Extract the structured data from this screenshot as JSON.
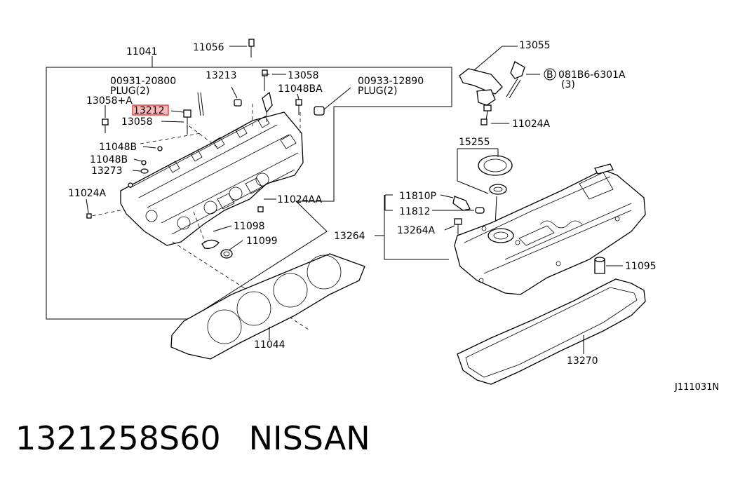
{
  "labels": {
    "l11056": "11056",
    "l11041": "11041",
    "l13055": "13055",
    "l00931": "00931-20800",
    "plug1": "PLUG(2)",
    "l13213": "13213",
    "l13058a": "13058",
    "l00933": "00933-12890",
    "plug2": "PLUG(2)",
    "l081b6": "081B6-6301A",
    "l081b6_qty": "(3)",
    "l081b6_mark": "B",
    "l13058pa": "13058+A",
    "l11048ba": "11048BA",
    "l13212": "13212",
    "l13058b": "13058",
    "l11024a_top": "11024A",
    "l11048b_1": "11048B",
    "l11048b_2": "11048B",
    "l13273": "13273",
    "l15255": "15255",
    "l11024a_left": "11024A",
    "l11810p": "11810P",
    "l11812": "11812",
    "l11024aa": "11024AA",
    "l13264": "13264",
    "l13264a": "13264A",
    "l11098": "11098",
    "l11099": "11099",
    "l11095": "11095",
    "l11044": "11044",
    "l13270": "13270",
    "drawing_code": "J111031N"
  },
  "caption": {
    "part_number": "1321258S60",
    "brand": "NISSAN"
  },
  "colors": {
    "highlight_fill": "#f6b8b8",
    "highlight_stroke": "#e02020"
  }
}
